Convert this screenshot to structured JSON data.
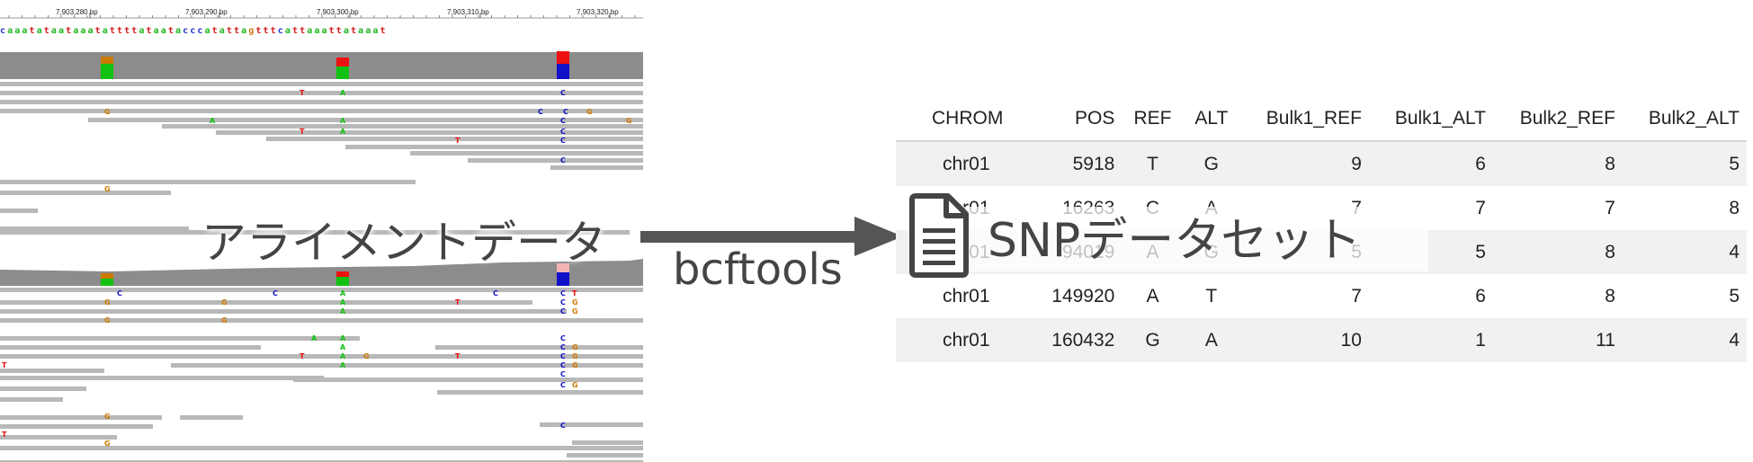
{
  "igv": {
    "ruler_labels": [
      "7,903,280 bp",
      "7,903,290 bp",
      "7,903,300 bp",
      "7,903,310 bp",
      "7,903,320 bp"
    ],
    "reference_sequence": "caaatataataaatattttataatacccatattagtttcattaaattataaat",
    "base_colors": {
      "a": "#1fb51f",
      "c": "#2132c8",
      "g": "#d07a16",
      "t": "#d42020"
    },
    "coverage_colors": {
      "gray": "#8c8c8c",
      "A": "#11c211",
      "C": "#1111c8",
      "G": "#cc7a00",
      "T": "#ee1111"
    },
    "read_color": "#b8b8b8"
  },
  "labels": {
    "alignment_data": "アライメントデータ",
    "tool": "bcftools",
    "snp_dataset": "SNPデータセット"
  },
  "table": {
    "headers": [
      "CHROM",
      "POS",
      "REF",
      "ALT",
      "Bulk1_REF",
      "Bulk1_ALT",
      "Bulk2_REF",
      "Bulk2_ALT"
    ],
    "rows": [
      [
        "chr01",
        "5918",
        "T",
        "G",
        "9",
        "6",
        "8",
        "5"
      ],
      [
        "chr01",
        "16263",
        "C",
        "A",
        "7",
        "7",
        "7",
        "8"
      ],
      [
        "chr01",
        "94019",
        "A",
        "G",
        "5",
        "5",
        "8",
        "4"
      ],
      [
        "chr01",
        "149920",
        "A",
        "T",
        "7",
        "6",
        "8",
        "5"
      ],
      [
        "chr01",
        "160432",
        "G",
        "A",
        "10",
        "1",
        "11",
        "4"
      ]
    ]
  },
  "colors": {
    "arrow": "#555555",
    "text": "#444444",
    "table_stripe": "#f1f1f1"
  }
}
